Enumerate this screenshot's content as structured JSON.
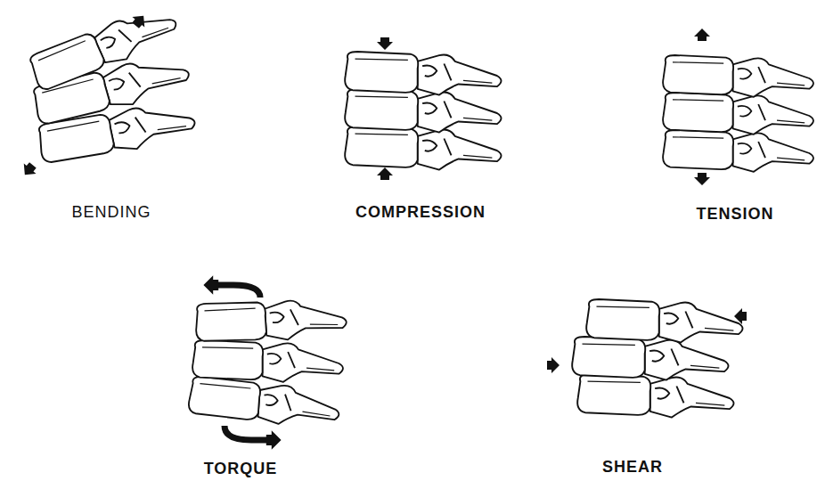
{
  "diagram": {
    "labels": [
      "BENDING",
      "COMPRESSION",
      "TENSION",
      "TORQUE",
      "SHEAR"
    ]
  }
}
